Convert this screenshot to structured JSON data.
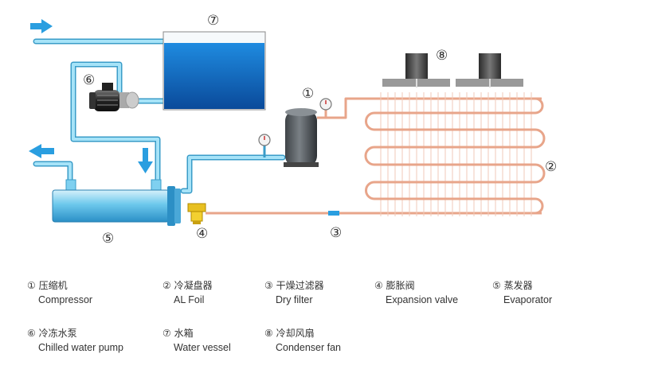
{
  "callouts": {
    "c1": "①",
    "c2": "②",
    "c3": "③",
    "c4": "④",
    "c5": "⑤",
    "c6": "⑥",
    "c7": "⑦",
    "c8": "⑧"
  },
  "legend": [
    {
      "zh": "① 压缩机",
      "en": "Compressor"
    },
    {
      "zh": "② 冷凝盘器",
      "en": "AL Foil"
    },
    {
      "zh": "③ 干燥过滤器",
      "en": "Dry filter"
    },
    {
      "zh": "④ 膨胀阀",
      "en": "Expansion valve"
    },
    {
      "zh": "⑤ 蒸发器",
      "en": "Evaporator"
    },
    {
      "zh": "⑥ 冷冻水泵",
      "en": "Chilled water pump"
    },
    {
      "zh": "⑦ 水箱",
      "en": "Water vessel"
    },
    {
      "zh": "⑧ 冷却风扇",
      "en": "Condenser fan"
    }
  ],
  "colors": {
    "water_pipe": "#7fd0f0",
    "water_pipe_edge": "#3a9cc8",
    "refrigerant_pipe": "#e8a58a",
    "arrow": "#2a9ee0",
    "tank_top": "#1e7fd4",
    "tank_bottom": "#0b4fa0",
    "compressor": "#555b60",
    "fan": "#444"
  }
}
